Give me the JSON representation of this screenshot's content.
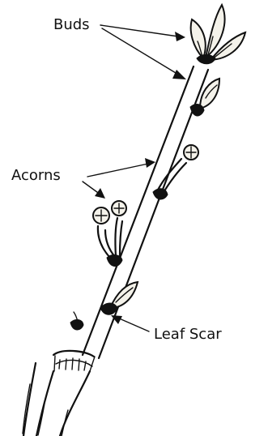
{
  "labels": {
    "buds": "Buds",
    "acorns": "Acorns",
    "leaf_scar": "Leaf Scar"
  },
  "colors": {
    "ink": "#111111",
    "background": "#ffffff"
  }
}
